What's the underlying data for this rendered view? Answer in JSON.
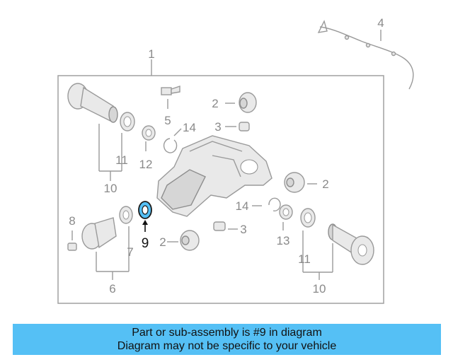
{
  "callouts": {
    "c1": "1",
    "c2a": "2",
    "c2b": "2",
    "c2c": "2",
    "c3a": "3",
    "c3b": "3",
    "c4": "4",
    "c5": "5",
    "c6": "6",
    "c7": "7",
    "c8": "8",
    "c9": "9",
    "c10a": "10",
    "c10b": "10",
    "c11a": "11",
    "c11b": "11",
    "c12": "12",
    "c13": "13",
    "c14a": "14",
    "c14b": "14"
  },
  "highlight_part": "9",
  "colors": {
    "banner": "#55c0f5",
    "highlight": "#55c0f5",
    "line": "#9a9a9a"
  },
  "banner": {
    "line1": "Part or sub-assembly is #9 in diagram",
    "line2": "Diagram may not be specific to your vehicle"
  }
}
